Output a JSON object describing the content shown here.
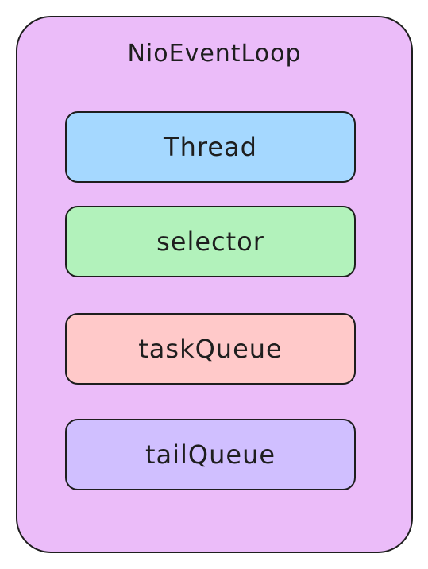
{
  "diagram": {
    "container": {
      "title": "NioEventLoop",
      "fill": "#ebbcf9"
    },
    "blocks": [
      {
        "label": "Thread",
        "fill": "#a5d8ff"
      },
      {
        "label": "selector",
        "fill": "#b2f2bb"
      },
      {
        "label": "taskQueue",
        "fill": "#ffc9c9"
      },
      {
        "label": "tailQueue",
        "fill": "#d0bfff"
      }
    ],
    "stroke": "#1e1e1e"
  }
}
